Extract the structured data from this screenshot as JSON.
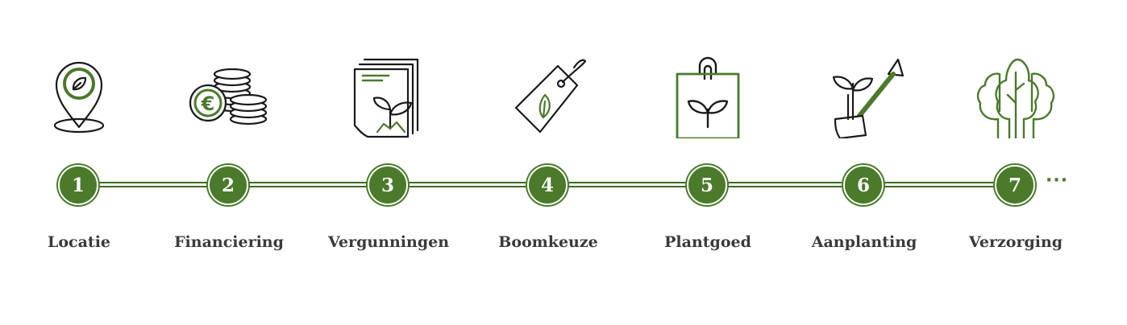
{
  "accent_color": "#4a7a2a",
  "steps": [
    {
      "number": "1",
      "label": "Locatie",
      "icon": "location-pin-leaf-icon"
    },
    {
      "number": "2",
      "label": "Financiering",
      "icon": "euro-coins-icon"
    },
    {
      "number": "3",
      "label": "Vergunningen",
      "icon": "permit-documents-icon"
    },
    {
      "number": "4",
      "label": "Boomkeuze",
      "icon": "price-tag-leaf-icon"
    },
    {
      "number": "5",
      "label": "Plantgoed",
      "icon": "shopping-bag-plant-icon"
    },
    {
      "number": "6",
      "label": "Aanplanting",
      "icon": "sapling-shovel-icon"
    },
    {
      "number": "7",
      "label": "Verzorging",
      "icon": "trees-icon"
    }
  ],
  "more_indicator": "···"
}
